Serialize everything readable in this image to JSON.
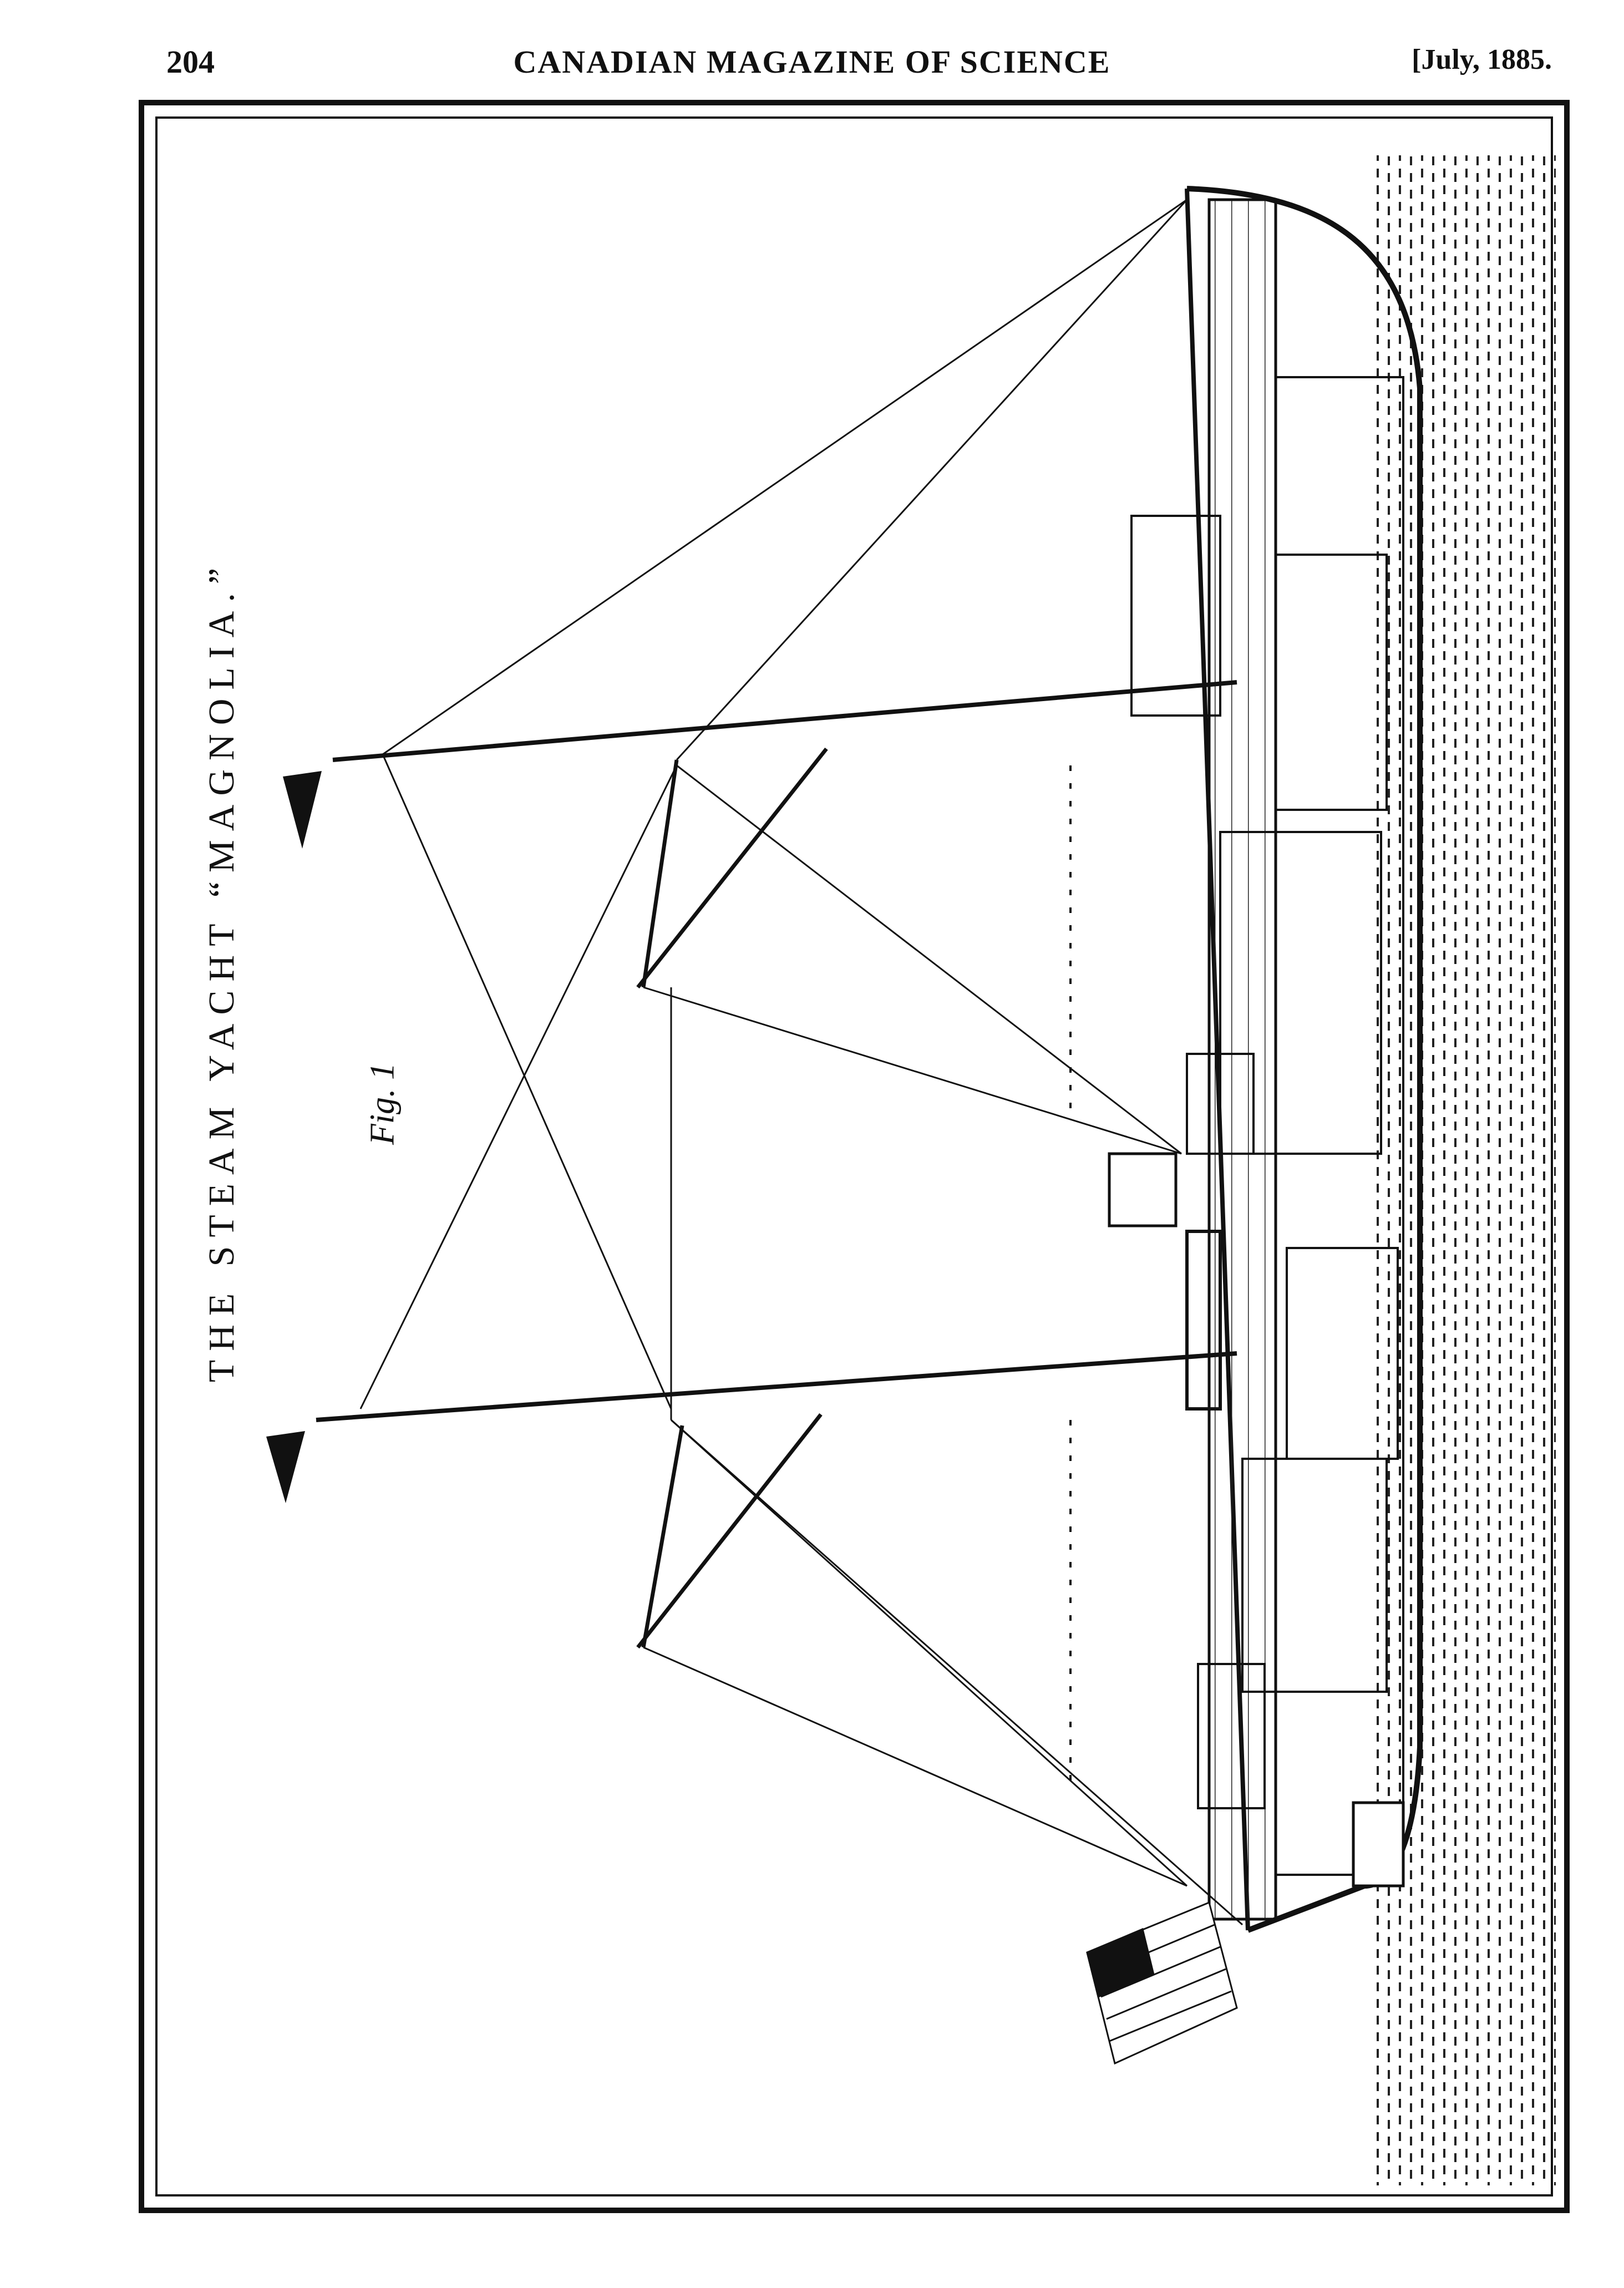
{
  "header": {
    "page_number": "204",
    "journal_title": "CANADIAN MAGAZINE OF SCIENCE",
    "issue_date": "[July, 1885."
  },
  "illustration": {
    "caption": "THE STEAM YACHT “MAGNOLIA.”",
    "figure_label": "Fig. 1"
  }
}
